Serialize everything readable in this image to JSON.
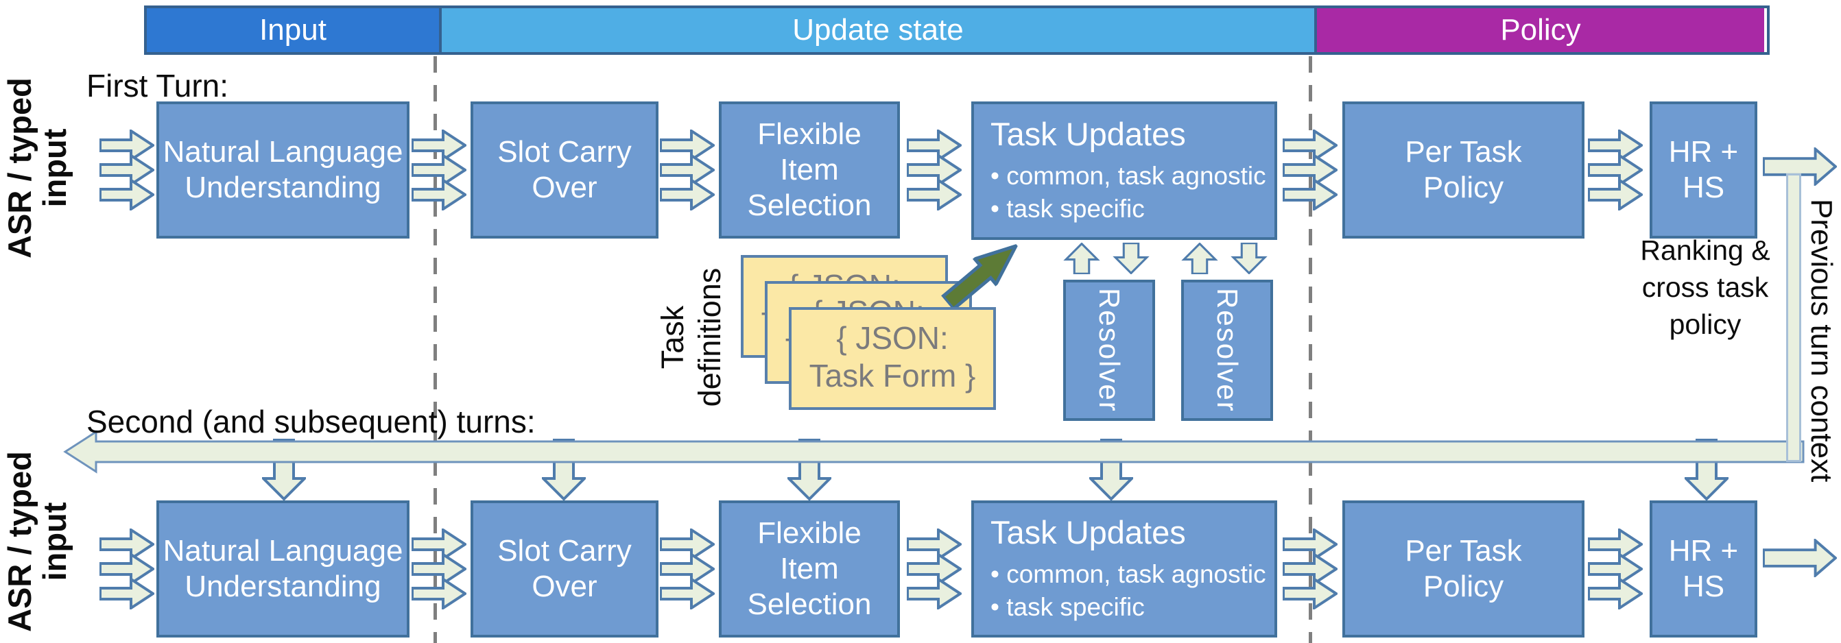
{
  "header": {
    "input": "Input",
    "update_state": "Update state",
    "policy": "Policy"
  },
  "labels": {
    "first_turn": "First Turn:",
    "second_turn": "Second (and subsequent) turns:",
    "asr_input": "ASR / typed input",
    "task_definitions": "Task definitions",
    "previous_turn_context": "Previous turn context",
    "ranking_policy": "Ranking & cross task policy",
    "json_card": "{ JSON: Task Form }",
    "resolver": "Resolver"
  },
  "rows": {
    "first": {
      "nlu": "Natural Language Understanding",
      "slot_carry_over": "Slot Carry Over",
      "flexible_item_selection": "Flexible Item Selection",
      "task_updates": {
        "title": "Task Updates",
        "bullets": [
          "• common, task agnostic",
          "• task specific"
        ]
      },
      "per_task_policy": "Per Task Policy",
      "hr_hs": "HR + HS"
    },
    "second": {
      "nlu": "Natural Language Understanding",
      "slot_carry_over": "Slot Carry Over",
      "flexible_item_selection": "Flexible Item Selection",
      "task_updates": {
        "title": "Task Updates",
        "bullets": [
          "• common, task agnostic",
          "• task specific"
        ]
      },
      "per_task_policy": "Per Task Policy",
      "hr_hs": "HR + HS"
    }
  },
  "colors": {
    "input_bar": "#2E78D2",
    "update_bar": "#4FAEE5",
    "policy_bar": "#A929A5",
    "box_fill": "#6F9BD1",
    "box_border": "#41719C",
    "arrow_fill": "#E9F0DF",
    "arrow_border": "#4F7CAC",
    "bar_border": "#6E93BC",
    "vbar_border": "#A8C0D8",
    "card_fill": "#FBE8A6",
    "card_border": "#5880AC",
    "card_text": "#7B7B7D",
    "olive_fill": "#5D7B36",
    "dash_color": "#7F7F7F"
  }
}
